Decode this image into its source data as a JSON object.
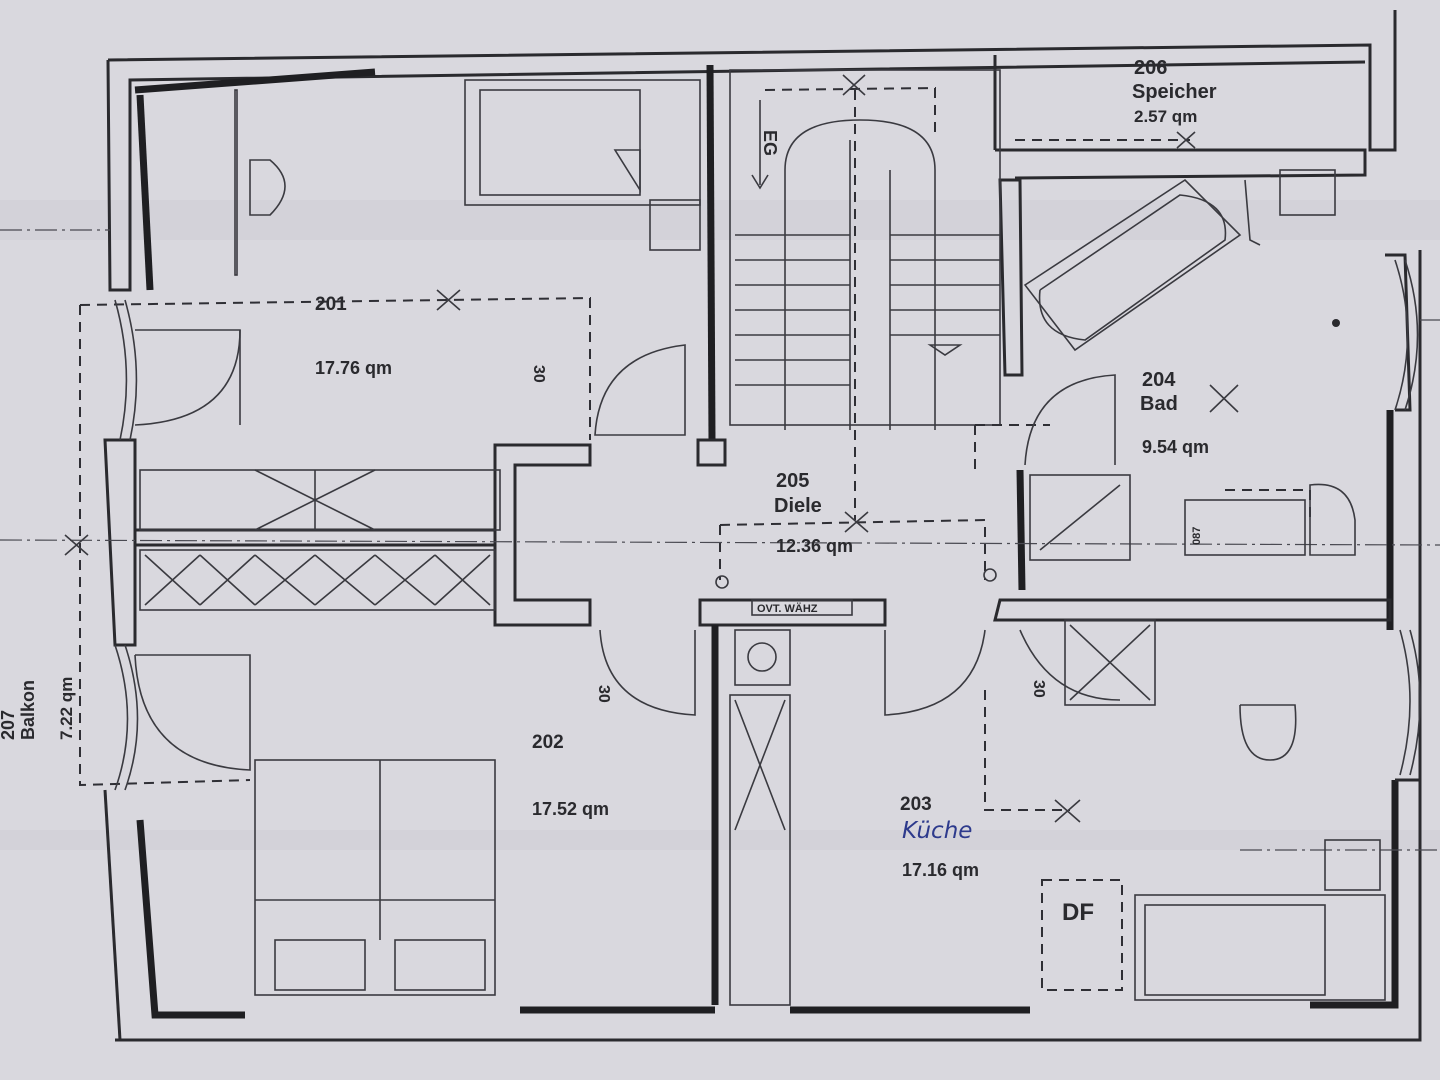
{
  "rooms": [
    {
      "id": "201",
      "number": "201",
      "name": "",
      "area": "17.76 qm"
    },
    {
      "id": "202",
      "number": "202",
      "name": "",
      "area": "17.52 qm"
    },
    {
      "id": "203",
      "number": "203",
      "name": "Küche",
      "area": "17.16 qm"
    },
    {
      "id": "204",
      "number": "204",
      "name": "Bad",
      "area": "9.54 qm"
    },
    {
      "id": "205",
      "number": "205",
      "name": "Diele",
      "area": "12.36 qm"
    },
    {
      "id": "206",
      "number": "206",
      "name": "Speicher",
      "area": "2.57 qm"
    },
    {
      "id": "207",
      "number": "207",
      "name": "Balkon",
      "area": "7.22 qm"
    }
  ],
  "annotations": {
    "stair": "EG",
    "outlet_height_1": "30",
    "outlet_height_2": "30",
    "outlet_height_3": "30",
    "oven_label": "OVT. WÄHZ",
    "df_label": "DF",
    "bath_height": "087"
  },
  "colors": {
    "paper": "#d9d8de",
    "ink": "#2a2a2e",
    "handwriting": "#2d3a8c"
  }
}
